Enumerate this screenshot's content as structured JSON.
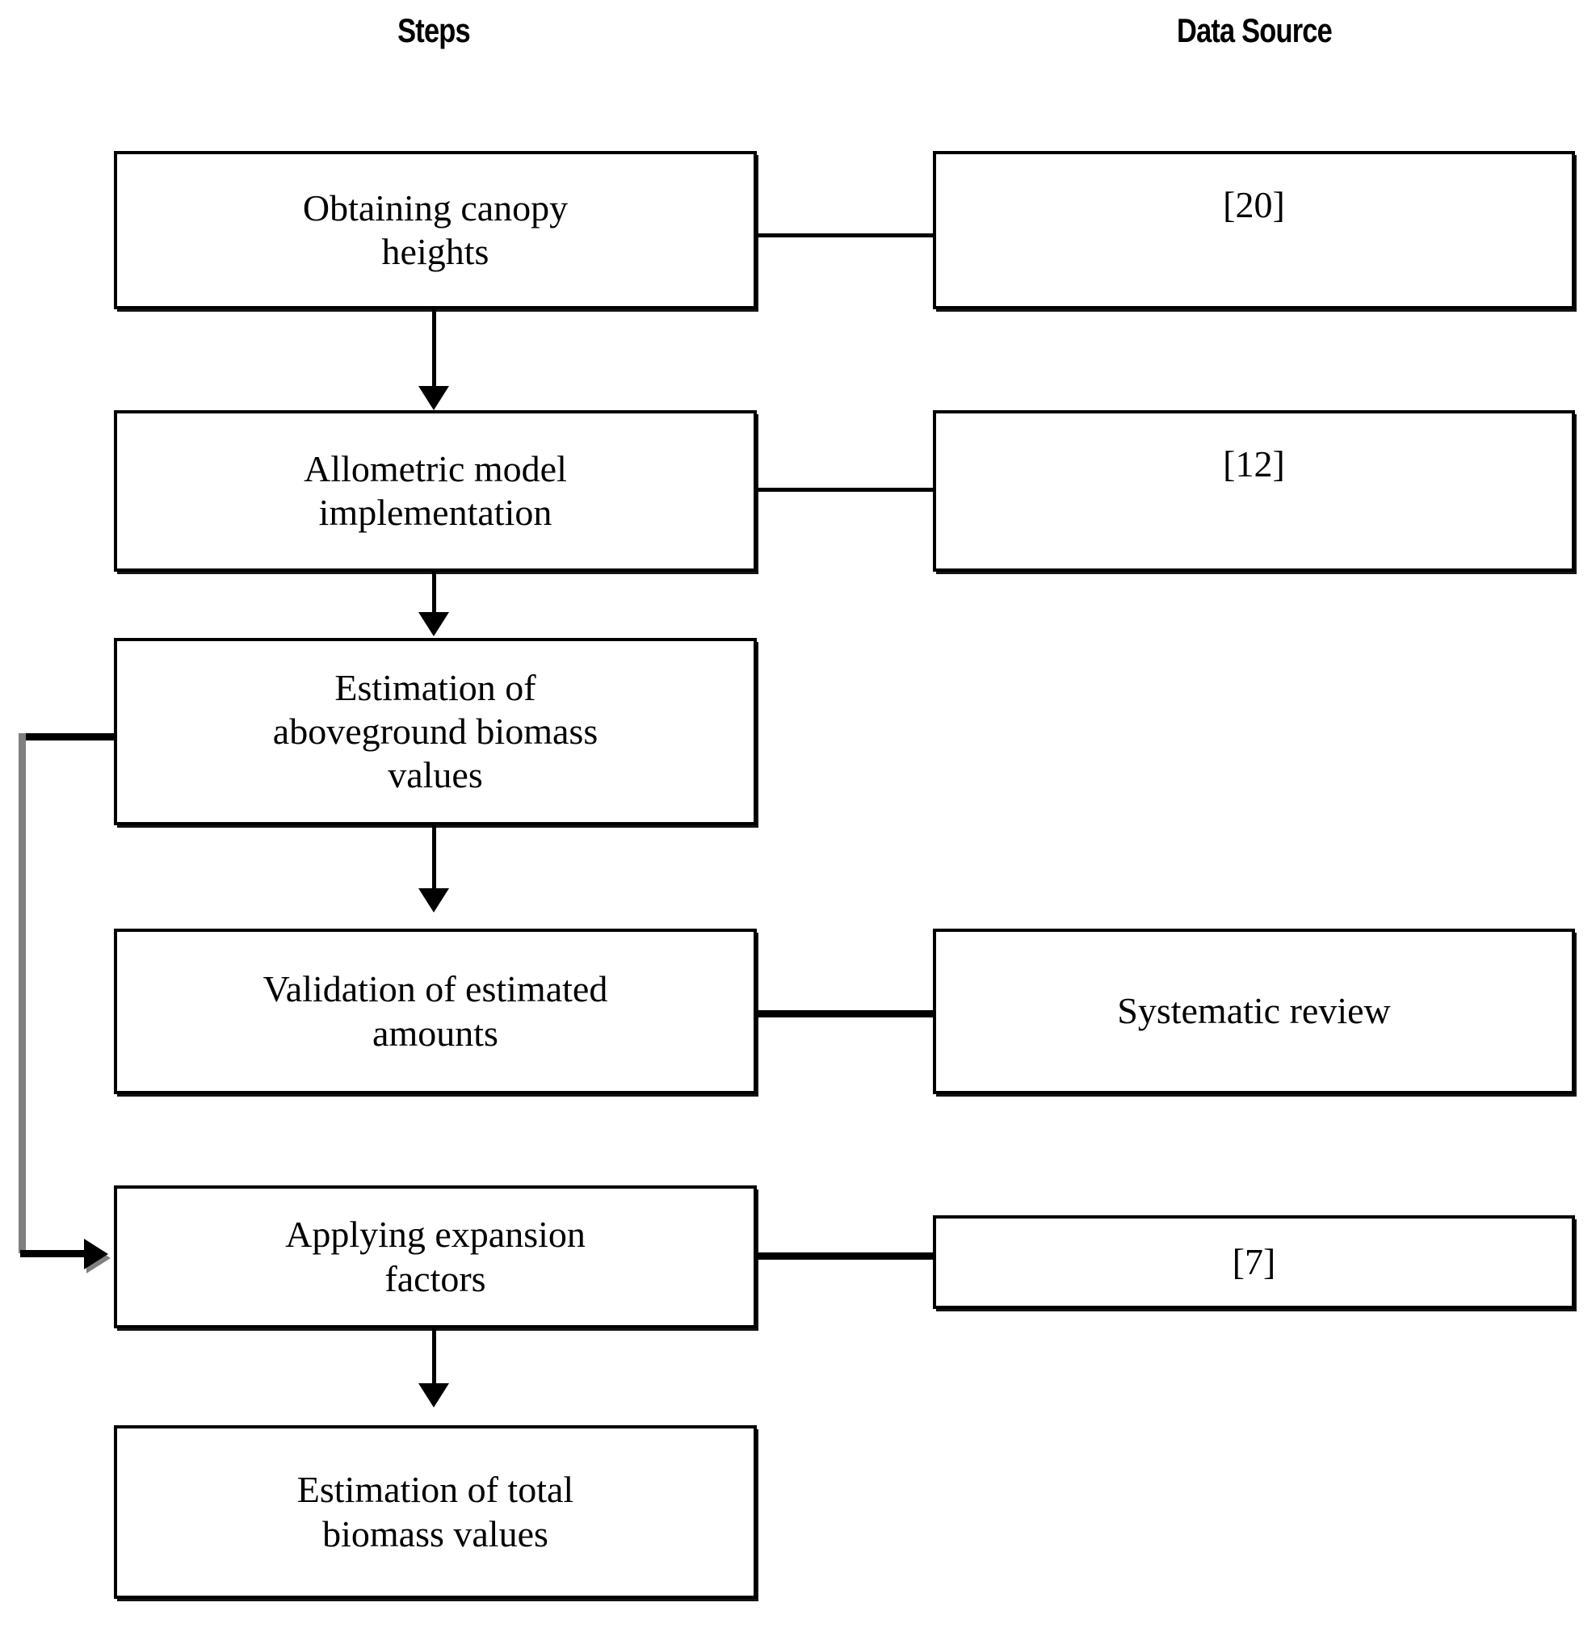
{
  "figure": {
    "kind": "flowchart",
    "orientation": "vertical",
    "background_color": "#ffffff",
    "line_color": "#000000",
    "feedback_line_color": "#808080"
  },
  "columns": [
    {
      "id": "steps",
      "title": "Steps"
    },
    {
      "id": "data_source",
      "title": "Data Source"
    }
  ],
  "steps": [
    {
      "id": "step-1",
      "label": "Obtaining canopy\nheights"
    },
    {
      "id": "step-2",
      "label": "Allometric model\nimplementation"
    },
    {
      "id": "step-3",
      "label": "Estimation of\naboveground biomass\nvalues"
    },
    {
      "id": "step-4",
      "label": "Validation of estimated\namounts"
    },
    {
      "id": "step-5",
      "label": "Applying expansion\nfactors"
    },
    {
      "id": "step-6",
      "label": "Estimation of total\nbiomass values"
    }
  ],
  "data_sources": [
    {
      "id": "source-1",
      "label": "[20]",
      "for_step": "step-1"
    },
    {
      "id": "source-2",
      "label": "[12]",
      "for_step": "step-2"
    },
    {
      "id": "source-4",
      "label": "Systematic review",
      "for_step": "step-4"
    },
    {
      "id": "source-5",
      "label": "[7]",
      "for_step": "step-5"
    }
  ],
  "connections": [
    {
      "id": "conn-1-2",
      "from": "step-1",
      "to": "step-2",
      "type": "arrow-down"
    },
    {
      "id": "conn-2-3",
      "from": "step-2",
      "to": "step-3",
      "type": "arrow-down"
    },
    {
      "id": "conn-3-4",
      "from": "step-3",
      "to": "step-4",
      "type": "arrow-down"
    },
    {
      "id": "conn-5-6",
      "from": "step-5",
      "to": "step-6",
      "type": "arrow-down"
    },
    {
      "id": "conn-1-s1",
      "from": "step-1",
      "to": "source-1",
      "type": "line"
    },
    {
      "id": "conn-2-s2",
      "from": "step-2",
      "to": "source-2",
      "type": "line"
    },
    {
      "id": "conn-4-s4",
      "from": "step-4",
      "to": "source-4",
      "type": "line"
    },
    {
      "id": "conn-5-s5",
      "from": "step-5",
      "to": "source-5",
      "type": "line"
    },
    {
      "id": "conn-feedback",
      "from": "step-3",
      "to": "step-5",
      "type": "feedback-arrow"
    }
  ]
}
